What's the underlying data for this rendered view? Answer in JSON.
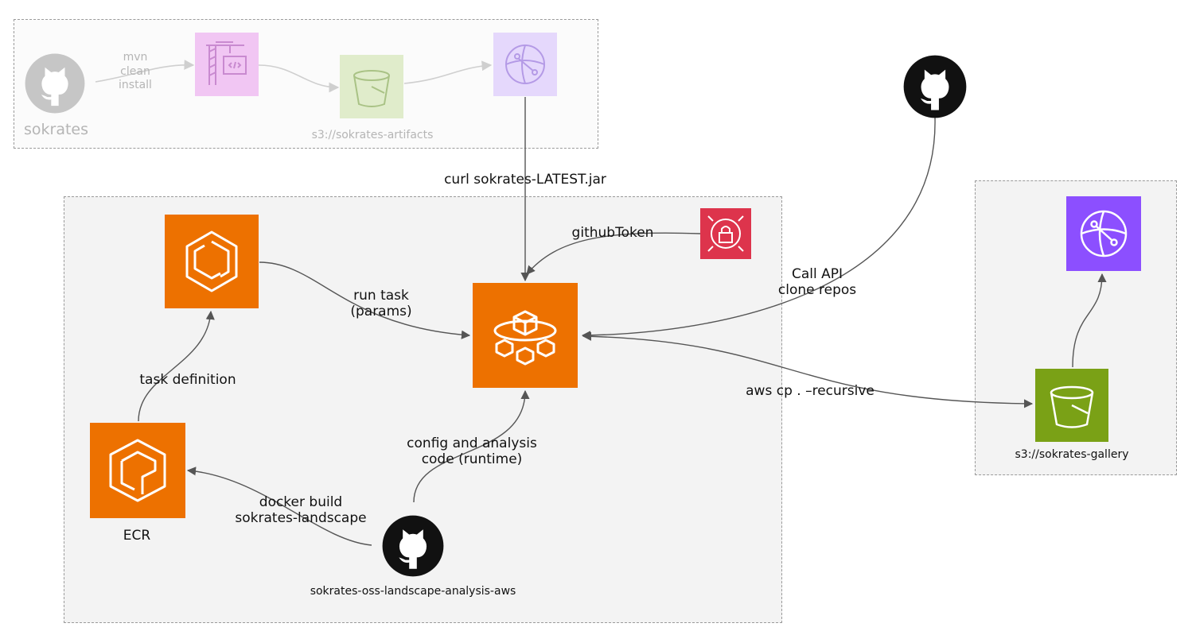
{
  "build_group": {
    "repo_label": "sokrates",
    "build_step_label": "mvn\nclean\ninstall",
    "bucket_label": "s3://sokrates-artifacts"
  },
  "edges": {
    "curl_label": "curl sokrates-LATEST.jar",
    "github_token_label": "githubToken",
    "run_task_label": "run task\n(params)",
    "task_definition_label": "task definition",
    "call_api_label": "Call API\nclone repos",
    "aws_cp_label": "aws cp . –recursive",
    "config_label": "config and analysis\ncode (runtime)",
    "docker_label": "docker build\nsokrates-landscape"
  },
  "main_group": {
    "ecr_label": "ECR",
    "repo_label": "sokrates-oss-landscape-analysis-aws"
  },
  "gallery_group": {
    "bucket_label": "s3://sokrates-gallery"
  },
  "icons": {
    "github": "github-icon",
    "codebuild": "codebuild-icon",
    "s3": "s3-bucket-icon",
    "cloudfront": "cloudfront-icon",
    "ecs": "ecs-icon",
    "ecr": "ecr-icon",
    "fargate": "fargate-icon",
    "secrets": "secrets-manager-icon"
  },
  "colors": {
    "aws_orange": "#ED7100",
    "s3_green": "#7AA116",
    "cloudfront_purple": "#8C4FFF",
    "secrets_red": "#DD344C",
    "faded_codebuild": "#F1C6F3",
    "faded_s3": "#E0ECCB",
    "faded_cloudfront": "#E5D8FC"
  }
}
